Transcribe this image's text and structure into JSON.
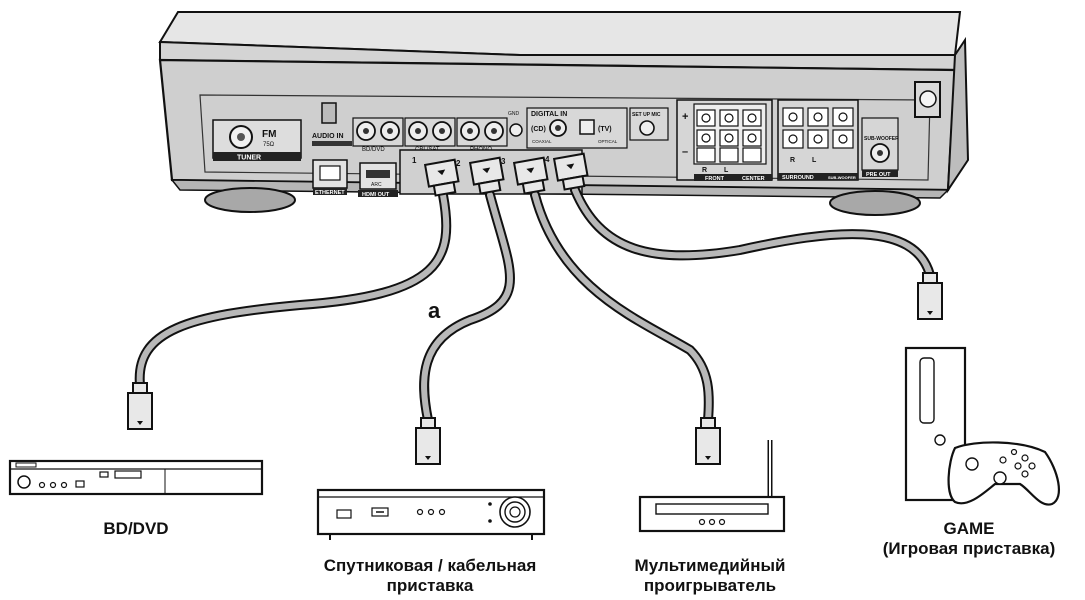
{
  "receiver": {
    "tuner_label": "TUNER",
    "fm_label": "FM",
    "fm_sub": "75Ω",
    "audio_in_label": "AUDIO IN",
    "bd_dvd_label": "BD/DVD",
    "cbl_sat_label": "CBL/SAT",
    "phono_label": "PHONO",
    "gnd_label": "GND",
    "digital_in_label": "DIGITAL IN",
    "cd_label": "(CD)",
    "tv_label": "(TV)",
    "coaxial_label": "COAXIAL",
    "optical_label": "OPTICAL",
    "setup_mic_label": "SET UP MIC",
    "ethernet_label": "ETHERNET",
    "hdmi_out_label": "HDMI OUT",
    "arc_label": "ARC",
    "hdmi_ports": [
      "1",
      "2",
      "3",
      "4"
    ],
    "front_label": "FRONT",
    "center_label": "CENTER",
    "surround_label": "SURROUND",
    "subwoofer_label": "SUB-WOOFER",
    "sub_woofer_jack_label": "SUB-WOOFER",
    "pre_out_label": "PRE OUT",
    "r_label": "R",
    "l_label": "L",
    "plus": "+",
    "minus": "–"
  },
  "cable_label": "a",
  "devices": {
    "bd_dvd": "BD/DVD",
    "satellite_line1": "Спутниковая / кабельная",
    "satellite_line2": "приставка",
    "media_line1": "Мультимедийный",
    "media_line2": "проигрыватель",
    "game_line1": "GAME",
    "game_line2": "(Игровая приставка)"
  }
}
